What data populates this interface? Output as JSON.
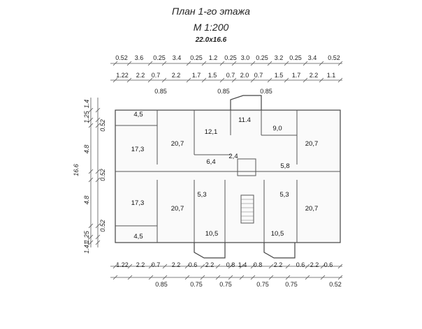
{
  "title": "План 1-го этажа",
  "scale": "М 1:200",
  "overall_size": "22.0x16.6",
  "top_row1": [
    "0.52",
    "3.6",
    "0.25",
    "3.4",
    "0.25",
    "1.2",
    "0.25",
    "3.0",
    "0.25",
    "3.2",
    "0.25",
    "3.4",
    "0.52"
  ],
  "top_row2": [
    "1.22",
    "2.2",
    "0.7",
    "2.2",
    "1.7",
    "1.5",
    "0.7",
    "2.0",
    "0.7",
    "1.5",
    "1.7",
    "2.2",
    "1.1"
  ],
  "top_row3": [
    "0.85",
    "0.85",
    "0.85"
  ],
  "bottom_row1": [
    "1.22",
    "2.2",
    "0.7",
    "2.2",
    "0.6",
    "2.2",
    "0.8",
    "1.4",
    "0.8",
    "2.2",
    "0.6",
    "2.2",
    "0.6"
  ],
  "bottom_row2": [
    "0.85",
    "0.75",
    "0.75",
    "0.75",
    "0.75",
    "0.52"
  ],
  "left_dims": [
    "1.4",
    "1.25",
    "0.52",
    "4.8",
    "0.52",
    "16.6",
    "4.8",
    "0.52",
    "1.25",
    "1.41"
  ],
  "room_areas": [
    "4,5",
    "20,7",
    "12,1",
    "11.4",
    "9,0",
    "20,7",
    "17,3",
    "6,4",
    "2,4",
    "5,8",
    "17,3",
    "20,7",
    "5,3",
    "5,3",
    "20,7",
    "4,5",
    "10,5",
    "10,5"
  ]
}
